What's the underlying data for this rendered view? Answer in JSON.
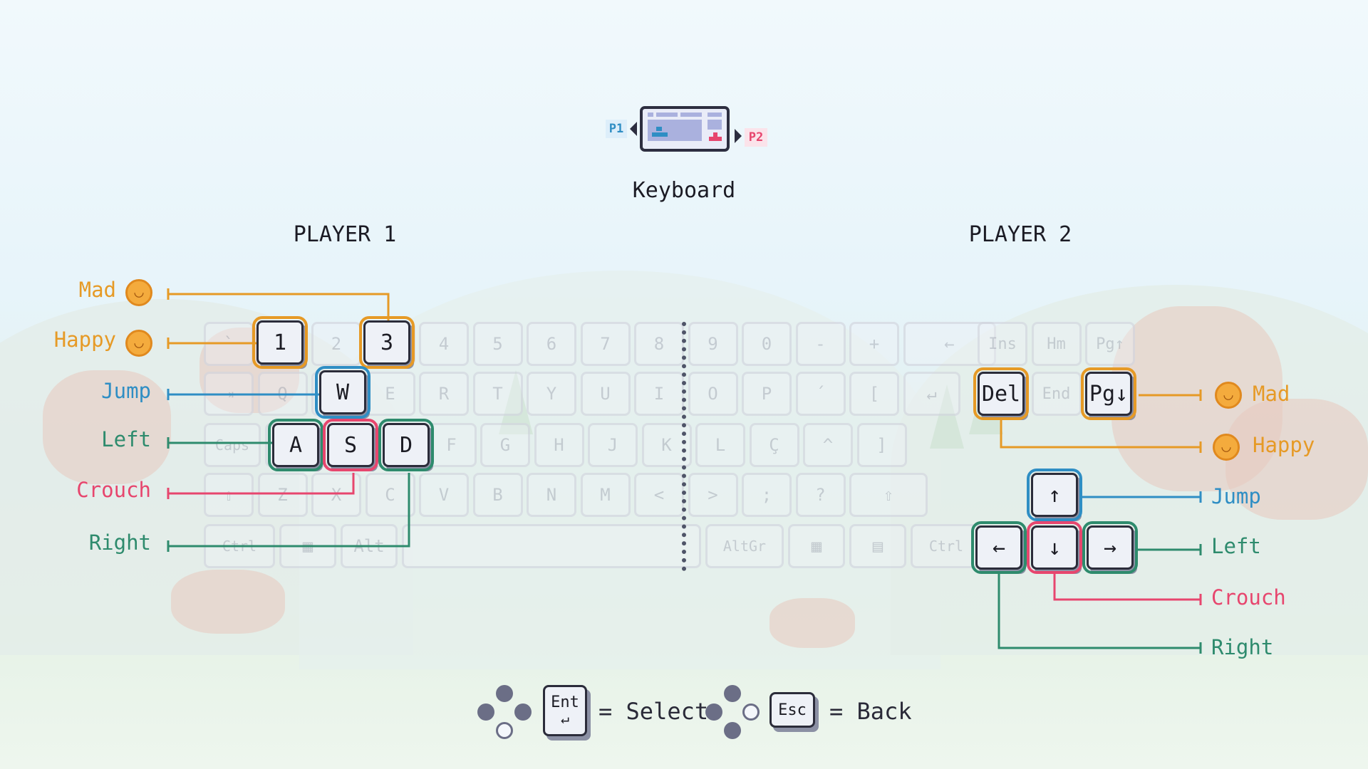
{
  "device": {
    "label": "Keyboard",
    "p1_tag": "P1",
    "p2_tag": "P2"
  },
  "players": [
    {
      "title": "PLAYER 1"
    },
    {
      "title": "PLAYER 2"
    }
  ],
  "ghost_rows": [
    [
      "`",
      "",
      "2",
      "",
      "4",
      "5",
      "6",
      "7",
      "8",
      "9",
      "0",
      "-",
      "+",
      "←"
    ],
    [
      "⇥",
      "Q",
      "",
      "E",
      "R",
      "T",
      "Y",
      "U",
      "I",
      "O",
      "P",
      "´",
      "[",
      "↵"
    ],
    [
      "Caps",
      "",
      "",
      "",
      "F",
      "G",
      "H",
      "J",
      "K",
      "L",
      "Ç",
      "^",
      "]"
    ],
    [
      "⇧",
      "Z",
      "X",
      "C",
      "V",
      "B",
      "N",
      "M",
      "<",
      ">",
      ";",
      "?",
      "⇧"
    ],
    [
      "Ctrl",
      "▦",
      "Alt",
      "",
      "AltGr",
      "▦",
      "▤",
      "Ctrl"
    ]
  ],
  "ghost_nav": [
    [
      "Ins",
      "Hm",
      "Pg↑"
    ],
    [
      "",
      "End",
      ""
    ]
  ],
  "p1_keys": {
    "mad": "1",
    "happy": "3",
    "jump": "W",
    "left": "A",
    "crouch": "S",
    "right": "D"
  },
  "p2_keys": {
    "mad": "Del",
    "happy": "Pg↓",
    "jump": "↑",
    "left": "←",
    "crouch": "↓",
    "right": "→"
  },
  "actions": {
    "mad": "Mad",
    "happy": "Happy",
    "jump": "Jump",
    "left": "Left",
    "crouch": "Crouch",
    "right": "Right"
  },
  "colors": {
    "mad": "#e69a26",
    "happy": "#e69a26",
    "jump": "#2f8ec4",
    "left": "#2e8b6d",
    "crouch": "#e7466e",
    "right": "#2e8b6d"
  },
  "footer": {
    "select_key": "Ent",
    "select_text": "= Select",
    "back_key": "Esc",
    "back_text": "= Back"
  }
}
